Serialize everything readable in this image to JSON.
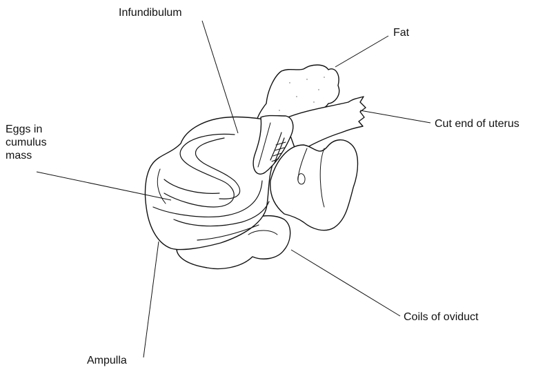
{
  "labels": {
    "infundibulum": "Infundibulum",
    "fat": "Fat",
    "cut_end_of_uterus": "Cut end of uterus",
    "eggs_in_cumulus_mass": [
      "Eggs in",
      "cumulus",
      "mass"
    ],
    "coils_of_oviduct": "Coils of oviduct",
    "ampulla": "Ampulla"
  },
  "colors": {
    "ink": "#111111",
    "background": "#ffffff"
  }
}
